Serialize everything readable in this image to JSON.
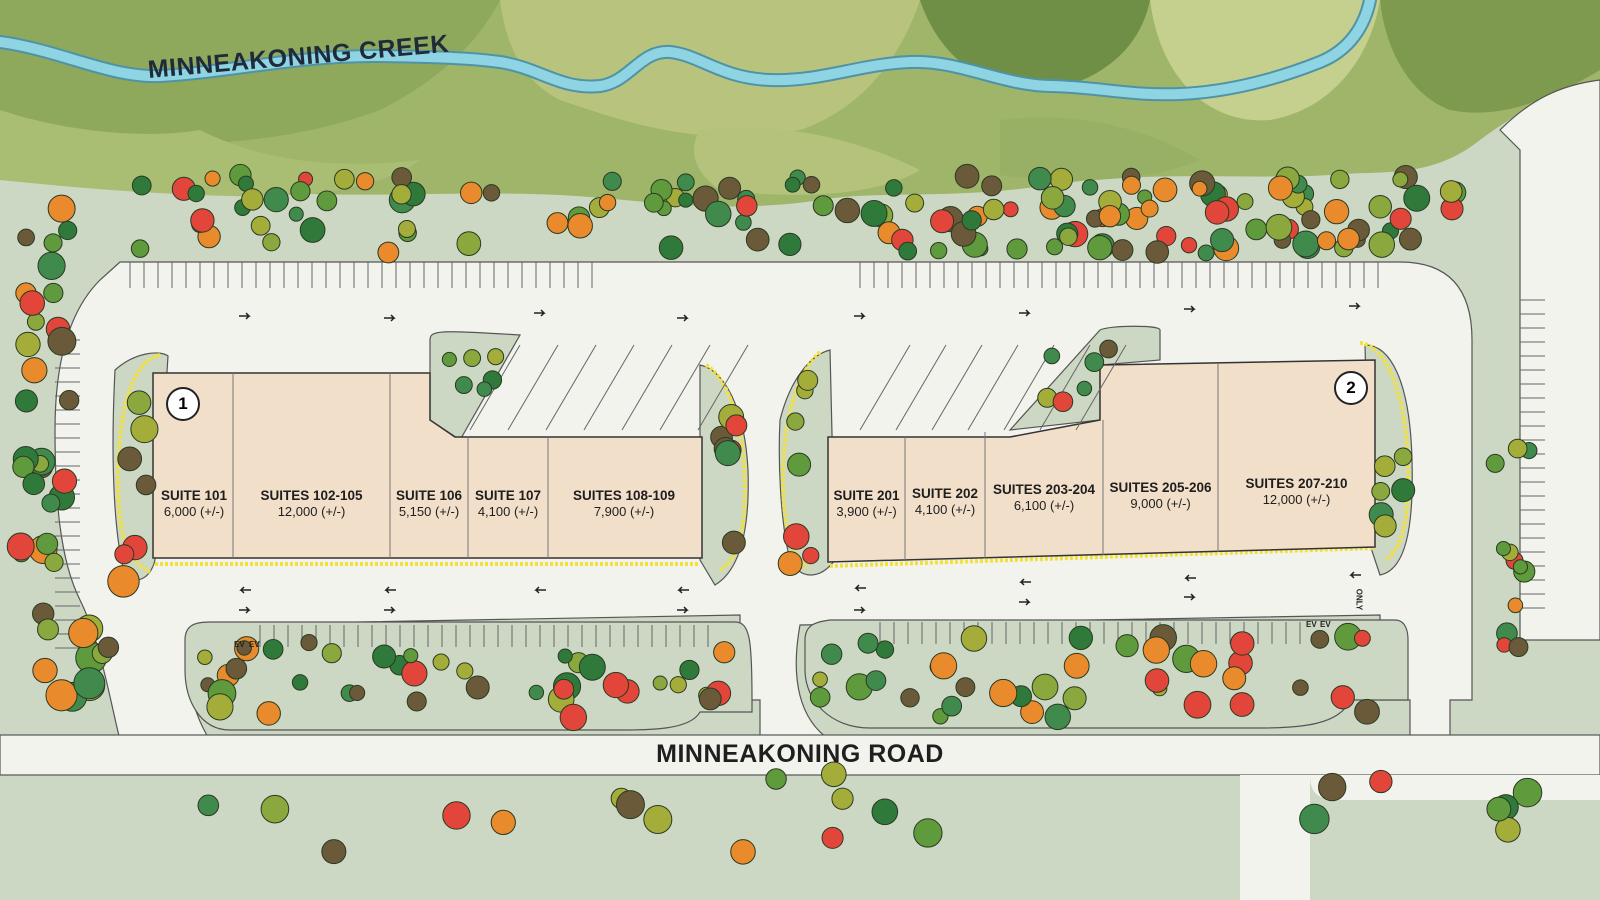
{
  "labels": {
    "creek": "MINNEAKONING CREEK",
    "road": "MINNEAKONING ROAD",
    "ev": "EV",
    "only": "ONLY"
  },
  "buildings": [
    {
      "number": "1",
      "suites": [
        {
          "name": "SUITE 101",
          "size": "6,000 (+/-)"
        },
        {
          "name": "SUITES 102-105",
          "size": "12,000 (+/-)"
        },
        {
          "name": "SUITE 106",
          "size": "5,150 (+/-)"
        },
        {
          "name": "SUITE 107",
          "size": "4,100 (+/-)"
        },
        {
          "name": "SUITES 108-109",
          "size": "7,900 (+/-)"
        }
      ]
    },
    {
      "number": "2",
      "suites": [
        {
          "name": "SUITE 201",
          "size": "3,900 (+/-)"
        },
        {
          "name": "SUITE 202",
          "size": "4,100 (+/-)"
        },
        {
          "name": "SUITES 203-204",
          "size": "6,100 (+/-)"
        },
        {
          "name": "SUITES 205-206",
          "size": "9,000 (+/-)"
        },
        {
          "name": "SUITES 207-210",
          "size": "12,000 (+/-)"
        }
      ]
    }
  ],
  "colors": {
    "ground": "#cdd8c4",
    "pavement": "#f3f3ee",
    "building": "#f1dfca",
    "creek": "#8fd4e2",
    "fire_lane": "#f2e13a",
    "trees": [
      "#2f7a3a",
      "#5f9a3c",
      "#8aa83e",
      "#a4ad3a",
      "#6b5a3a",
      "#e98a2c",
      "#e2463a",
      "#3f8a4c"
    ]
  }
}
